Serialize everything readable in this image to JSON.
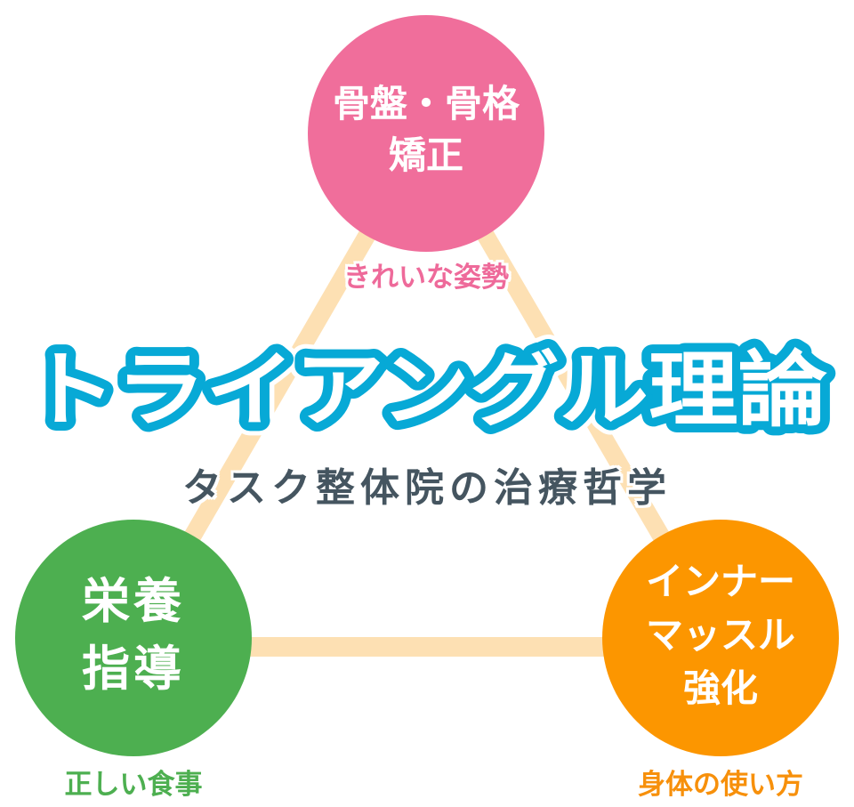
{
  "title": "トライアングル理論",
  "subtitle": "タスク整体院の治療哲学",
  "nodes": {
    "top": {
      "lines": [
        "骨盤・骨格",
        "矯正"
      ],
      "label": "きれいな姿勢",
      "color": "#f06e9b",
      "label_color": "#ee6a9a"
    },
    "bottom_left": {
      "lines": [
        "栄養",
        "指導"
      ],
      "label": "正しい食事",
      "color": "#4daf50",
      "label_color": "#4daf50"
    },
    "bottom_right": {
      "lines": [
        "インナー",
        "マッスル",
        "強化"
      ],
      "label": "身体の使い方",
      "color": "#fc9600",
      "label_color": "#f7900b"
    }
  },
  "colors": {
    "connector": "#fde0b3",
    "title_outline": "#07a9d6",
    "title_fill": "#ffffff",
    "subtitle": "#455560",
    "background": "#ffffff"
  }
}
